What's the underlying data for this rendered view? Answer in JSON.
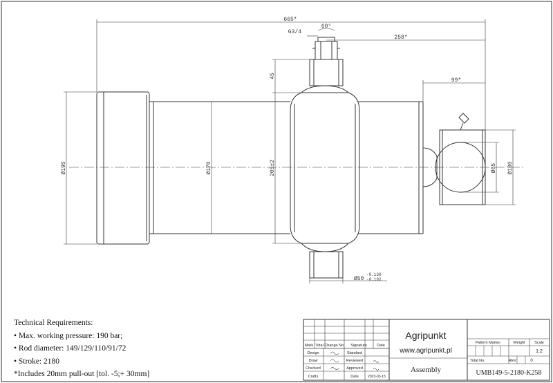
{
  "requirements": {
    "title": "Technical Requirements:",
    "items": [
      "• Max. working pressure: 190 bar;",
      "• Rod diameter: 149/129/110/91/72",
      "• Stroke: 2180",
      "*Includes 20mm pull-out [tol. -5;+ 30mm]"
    ]
  },
  "dimensions": {
    "overall_length": "665*",
    "port_thread": "G3/4",
    "port_angle": "60°",
    "port_to_end": "258*",
    "port_height": "45",
    "end_length": "99*",
    "dia_outer": "Ø195",
    "dia_tube": "Ø170",
    "dia_collar": "205±2",
    "dia_ball": "Ø65",
    "dia_head": "Ø100",
    "dia_pin": "Ø50",
    "pin_tol_upper": "-0.130",
    "pin_tol_lower": "-0.192"
  },
  "title_block": {
    "company": "Agripunkt",
    "website": "www.agripunkt.pl",
    "doc_type": "Assembly",
    "drawing_number": "UMB149-5-2180-K258",
    "col_mark": "Mark",
    "col_total": "Total",
    "col_change": "Change No.",
    "col_signature": "Signature",
    "col_date": "Date",
    "row_design": "Design",
    "row_draw": "Draw",
    "row_checked": "Checked",
    "row_crafts": "Crafts",
    "row_standard": "Standard",
    "row_reviewed": "Reviewed",
    "row_approved": "Approved",
    "row_date": "Date",
    "date_value": "2023-03-15",
    "pattern_marker": "Pattern Marker",
    "weight": "Weight",
    "scale_label": "Scale",
    "scale_value": "1:2",
    "total_no": "Total No.",
    "rev_label": "REV:",
    "rev_value": "0"
  }
}
